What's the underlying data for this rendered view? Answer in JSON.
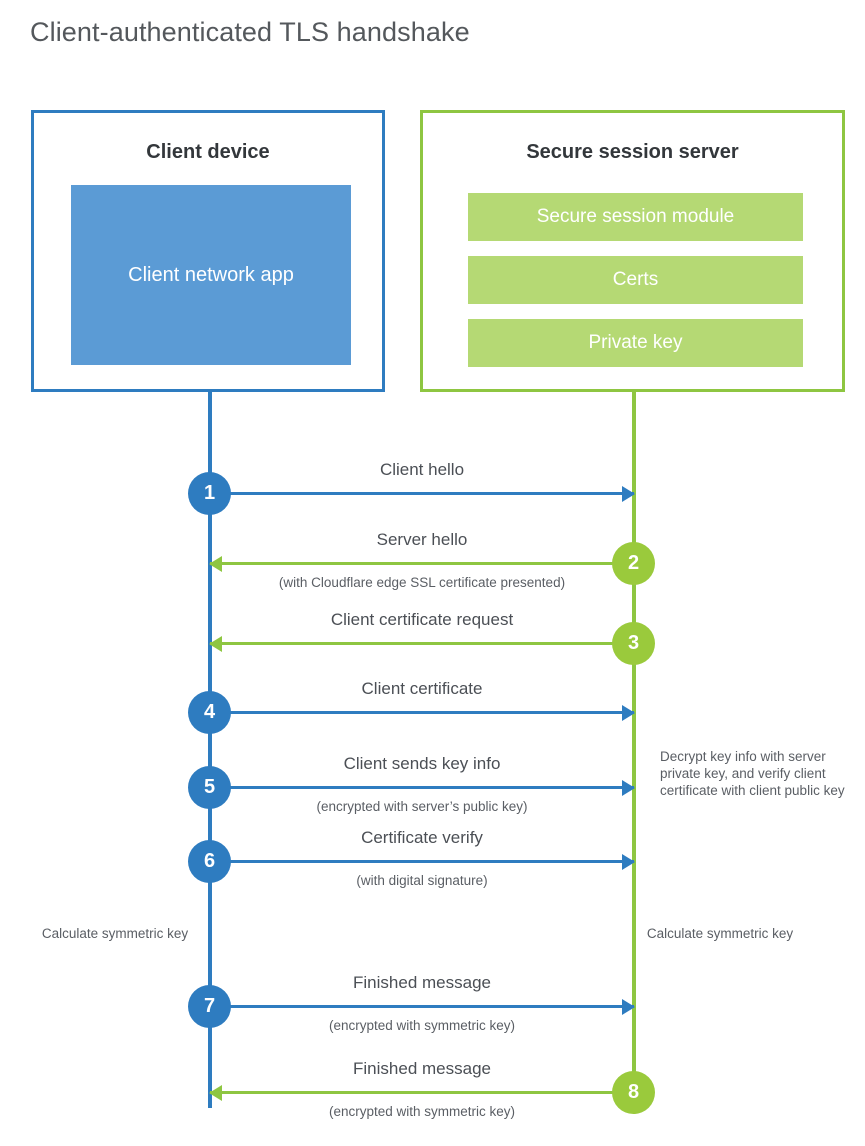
{
  "title": "Client-authenticated TLS handshake",
  "colors": {
    "client_accent": "#2e7cc0",
    "client_fill": "#5b9bd5",
    "server_accent": "#8ec641",
    "server_fill": "#b5d974",
    "server_badge": "#9aca3c",
    "text": "#50545a",
    "background": "#ffffff"
  },
  "client_panel": {
    "title": "Client device",
    "app_label": "Client network app"
  },
  "server_panel": {
    "title": "Secure session server",
    "bars": [
      {
        "label": "Secure session module"
      },
      {
        "label": "Certs"
      },
      {
        "label": "Private key"
      }
    ]
  },
  "side_notes": {
    "server_decrypt": "Decrypt key info with server private key, and verify client certificate with client public key",
    "client_calculate": "Calculate symmetric key",
    "server_calculate": "Calculate symmetric key"
  },
  "chart_data": {
    "type": "diagram",
    "diagram_kind": "sequence",
    "title": "Client-authenticated TLS handshake",
    "actors": [
      "Client device",
      "Secure session server"
    ],
    "steps": [
      {
        "number": "1",
        "label": "Client hello",
        "sublabel": "",
        "direction": "client-to-server",
        "color": "#2e7cc0",
        "badge_side": "client"
      },
      {
        "number": "2",
        "label": "Server hello",
        "sublabel": "(with Cloudflare edge SSL certificate presented)",
        "direction": "server-to-client",
        "color": "#8ec641",
        "badge_side": "server"
      },
      {
        "number": "3",
        "label": "Client certificate request",
        "sublabel": "",
        "direction": "server-to-client",
        "color": "#8ec641",
        "badge_side": "server"
      },
      {
        "number": "4",
        "label": "Client certificate",
        "sublabel": "",
        "direction": "client-to-server",
        "color": "#2e7cc0",
        "badge_side": "client"
      },
      {
        "number": "5",
        "label": "Client sends key info",
        "sublabel": "(encrypted with server’s public key)",
        "direction": "client-to-server",
        "color": "#2e7cc0",
        "badge_side": "client"
      },
      {
        "number": "6",
        "label": "Certificate verify",
        "sublabel": "(with digital signature)",
        "direction": "client-to-server",
        "color": "#2e7cc0",
        "badge_side": "client"
      },
      {
        "number": "7",
        "label": "Finished message",
        "sublabel": "(encrypted with symmetric key)",
        "direction": "client-to-server",
        "color": "#2e7cc0",
        "badge_side": "client"
      },
      {
        "number": "8",
        "label": "Finished message",
        "sublabel": "(encrypted with symmetric key)",
        "direction": "server-to-client",
        "color": "#8ec641",
        "badge_side": "server"
      }
    ]
  }
}
